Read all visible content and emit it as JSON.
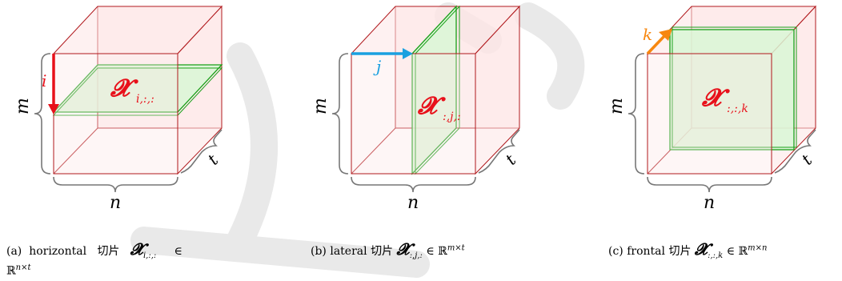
{
  "colors": {
    "cube_edge": "#b0181c",
    "cube_fill": "#fde6e6",
    "slice_edge": "#18a018",
    "slice_fill": "#d9f7d6",
    "label_red": "#e8101a",
    "arrow_red": "#e8101a",
    "arrow_blue": "#1aa0e0",
    "arrow_orange": "#f7870f"
  },
  "panels": [
    {
      "id": "horizontal",
      "index_letter": "i",
      "slice_symbol": "𝓧",
      "slice_subscript": "i,:,:",
      "dim_m": "m",
      "dim_n": "n",
      "dim_t": "t",
      "caption": {
        "marker": "(a)",
        "name": "horizontal",
        "word": "切片",
        "symbol": "𝓧",
        "subscript": "i,:,:",
        "in": "∈",
        "space": "ℝ",
        "shape": "n×t"
      }
    },
    {
      "id": "lateral",
      "index_letter": "j",
      "slice_symbol": "𝓧",
      "slice_subscript": ":,j,:",
      "dim_m": "m",
      "dim_n": "n",
      "dim_t": "t",
      "caption": {
        "marker": "(b)",
        "name": "lateral",
        "word": "切片",
        "symbol": "𝓧",
        "subscript": ":,j,:",
        "in": "∈",
        "space": "ℝ",
        "shape": "m×t"
      }
    },
    {
      "id": "frontal",
      "index_letter": "k",
      "slice_symbol": "𝓧",
      "slice_subscript": ":,:,k",
      "dim_m": "m",
      "dim_n": "n",
      "dim_t": "t",
      "caption": {
        "marker": "(c)",
        "name": "frontal",
        "word": "切片",
        "symbol": "𝓧",
        "subscript": ":,:,k",
        "in": "∈",
        "space": "ℝ",
        "shape": "m×n"
      }
    }
  ]
}
